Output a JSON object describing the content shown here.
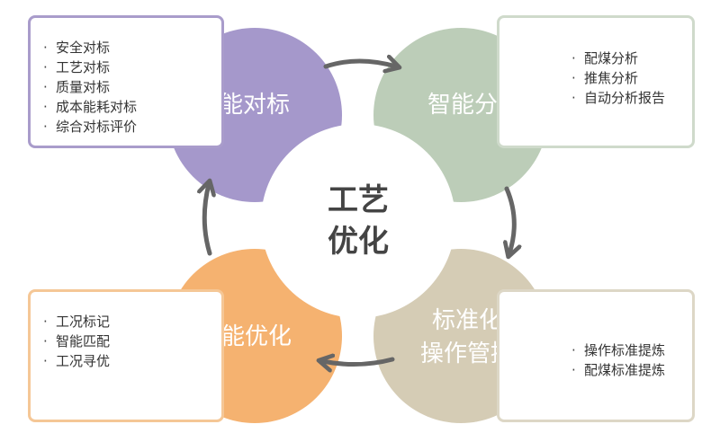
{
  "center": {
    "line1": "工艺",
    "line2": "优化"
  },
  "nodes": {
    "smart_benchmark": {
      "label": "智能对标",
      "color": "#a598cb"
    },
    "smart_analysis": {
      "label": "智能分析",
      "color": "#bccdb8"
    },
    "standard_control": {
      "line1": "标准化",
      "line2": "操作管控",
      "color": "#d5ccb5"
    },
    "smart_optimize": {
      "label": "智能优化",
      "color": "#f5b270"
    }
  },
  "boxes": {
    "benchmark_items": [
      "安全对标",
      "工艺对标",
      "质量对标",
      "成本能耗对标",
      "综合对标评价"
    ],
    "analysis_items": [
      "配煤分析",
      "推焦分析",
      "自动分析报告"
    ],
    "standard_items": [
      "操作标准提炼",
      "配煤标准提炼"
    ],
    "optimize_items": [
      "工况标记",
      "智能匹配",
      "工况寻优"
    ]
  },
  "bullet": "·",
  "arrow_color": "#666666"
}
